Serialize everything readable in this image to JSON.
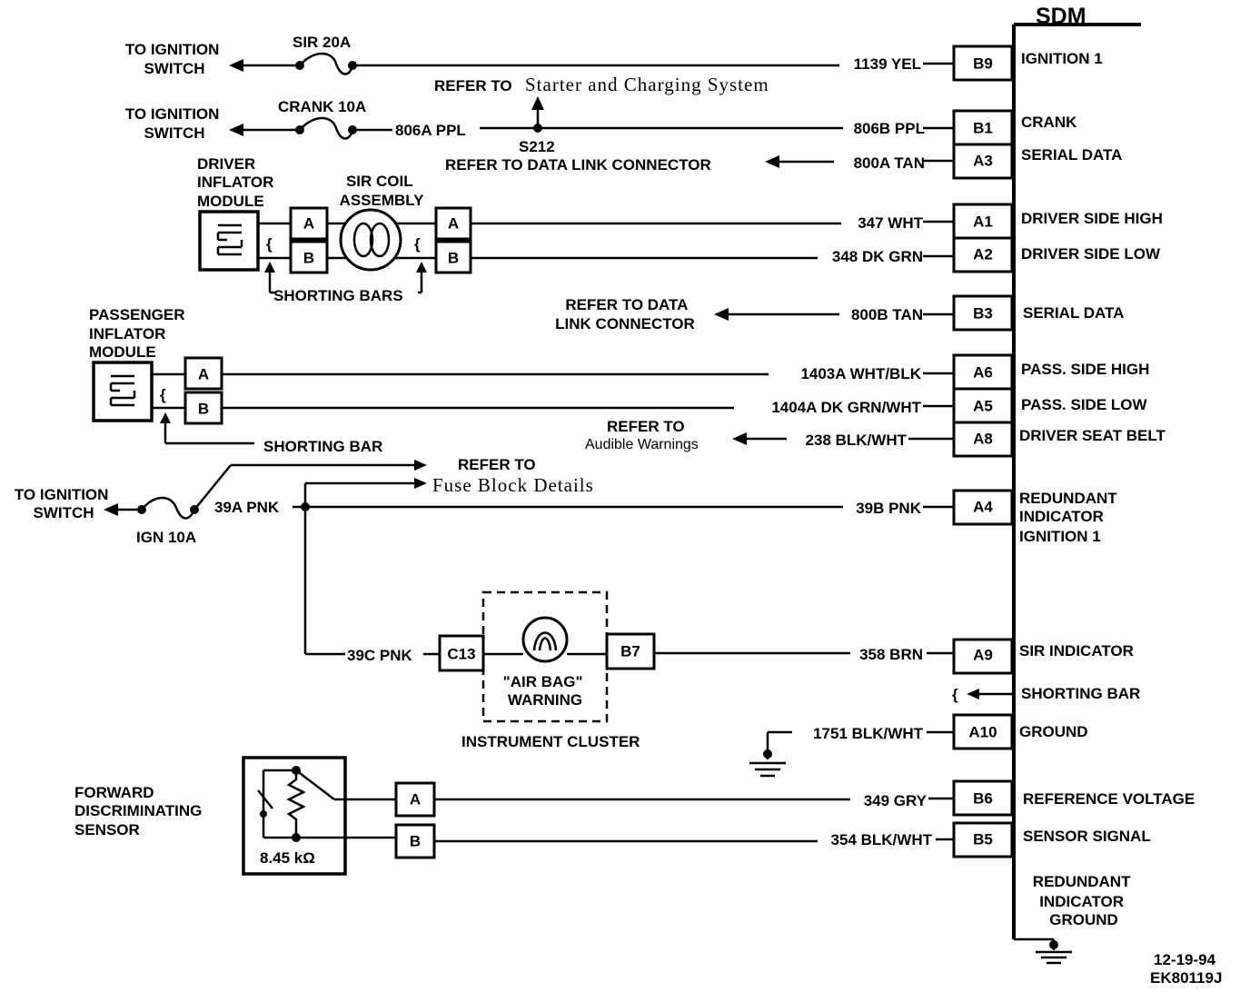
{
  "sdm_title": "SDM",
  "pins": [
    {
      "id": "B9",
      "function": "IGNITION 1",
      "wire": "1139 YEL"
    },
    {
      "id": "B1",
      "function": "CRANK",
      "wire": "806B PPL"
    },
    {
      "id": "A3",
      "function": "SERIAL DATA",
      "wire": "800A TAN"
    },
    {
      "id": "A1",
      "function": "DRIVER SIDE HIGH",
      "wire": "347 WHT"
    },
    {
      "id": "A2",
      "function": "DRIVER SIDE LOW",
      "wire": "348 DK GRN"
    },
    {
      "id": "B3",
      "function": "SERIAL DATA",
      "wire": "800B TAN"
    },
    {
      "id": "A6",
      "function": "PASS. SIDE HIGH",
      "wire": "1403A WHT/BLK"
    },
    {
      "id": "A5",
      "function": "PASS. SIDE LOW",
      "wire": "1404A DK GRN/WHT"
    },
    {
      "id": "A8",
      "function": "DRIVER SEAT BELT",
      "wire": "238 BLK/WHT"
    },
    {
      "id": "A4",
      "function_lines": [
        "REDUNDANT",
        "INDICATOR",
        "IGNITION 1"
      ],
      "wire": "39B PNK"
    },
    {
      "id": "A9",
      "function": "SIR INDICATOR",
      "wire": "358 BRN"
    },
    {
      "id": "A10",
      "function": "GROUND",
      "wire": "1751 BLK/WHT"
    },
    {
      "id": "B6",
      "function": "REFERENCE VOLTAGE",
      "wire": "349 GRY"
    },
    {
      "id": "B5",
      "function": "SENSOR SIGNAL",
      "wire": "354 BLK/WHT"
    }
  ],
  "sdm_shorting_bar": "SHORTING BAR",
  "sdm_bottom_lines": [
    "REDUNDANT",
    "INDICATOR",
    "GROUND"
  ],
  "to_ignition_switch": [
    "TO IGNITION",
    "SWITCH"
  ],
  "fuses": {
    "sir": "SIR 20A",
    "crank": "CRANK 10A",
    "ign": "IGN 10A"
  },
  "wires": {
    "crank_a": "806A PPL",
    "ign_a": "39A PNK",
    "ign_c": "39C PNK"
  },
  "splice": "S212",
  "refer_starter": {
    "prefix": "REFER TO",
    "target": "Starter and Charging System"
  },
  "refer_dlc_1": "REFER TO DATA LINK CONNECTOR",
  "refer_dlc_2": [
    "REFER TO DATA",
    "LINK CONNECTOR"
  ],
  "refer_audible": {
    "prefix": "REFER TO",
    "target": "Audible Warnings"
  },
  "refer_fuse": {
    "prefix": "REFER TO",
    "target": "Fuse Block Details"
  },
  "driver_module": [
    "DRIVER",
    "INFLATOR",
    "MODULE"
  ],
  "sir_coil": [
    "SIR COIL",
    "ASSEMBLY"
  ],
  "shorting_bars": "SHORTING BARS",
  "shorting_bar": "SHORTING BAR",
  "passenger_module": [
    "PASSENGER",
    "INFLATOR",
    "MODULE"
  ],
  "conn_a": "A",
  "conn_b": "B",
  "cluster": {
    "c13": "C13",
    "b7": "B7",
    "lamp": [
      "\"AIR BAG\"",
      "WARNING"
    ],
    "title": "INSTRUMENT CLUSTER"
  },
  "sensor": {
    "name": [
      "FORWARD",
      "DISCRIMINATING",
      "SENSOR"
    ],
    "resistance": "8.45 kΩ"
  },
  "footer": [
    "12-19-94",
    "EK80119J"
  ]
}
